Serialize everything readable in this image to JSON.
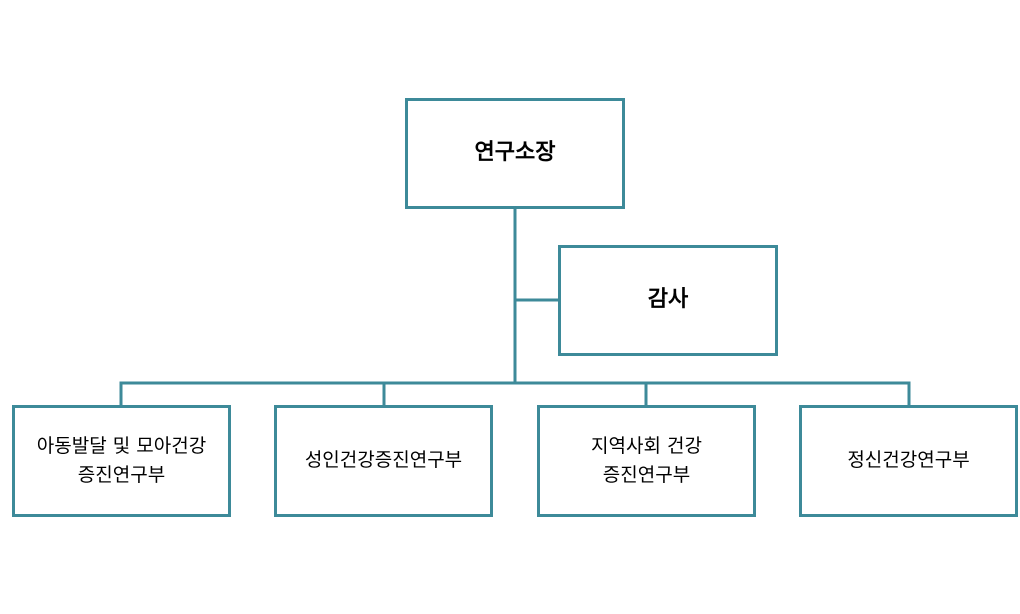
{
  "colors": {
    "line": "#3d8a99",
    "box_border": "#3d8a99",
    "background": "#ffffff",
    "text": "#000000"
  },
  "org": {
    "head": "연구소장",
    "audit": "감사",
    "departments": [
      "아동발달 및 모아건강\n증진연구부",
      "성인건강증진연구부",
      "지역사회 건강\n증진연구부",
      "정신건강연구부"
    ]
  }
}
